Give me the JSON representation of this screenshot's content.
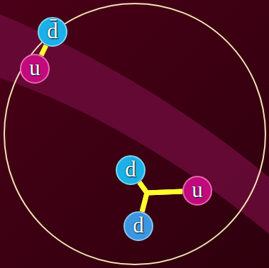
{
  "diagram": {
    "nodes": [
      {
        "text": [
          "d̄"
        ]
      },
      {
        "text": [
          "u"
        ]
      },
      {
        "text": [
          "d"
        ]
      },
      {
        "text": [
          "u"
        ]
      },
      {
        "text": [
          "d"
        ]
      }
    ],
    "edges": [
      {
        "from": 0,
        "to": 1,
        "arrow": "none"
      },
      {
        "from": 2,
        "to": 3,
        "arrow": "none"
      },
      {
        "from": 2,
        "to": 4,
        "arrow": "none"
      },
      {
        "from": 3,
        "to": 4,
        "arrow": "none"
      }
    ]
  }
}
